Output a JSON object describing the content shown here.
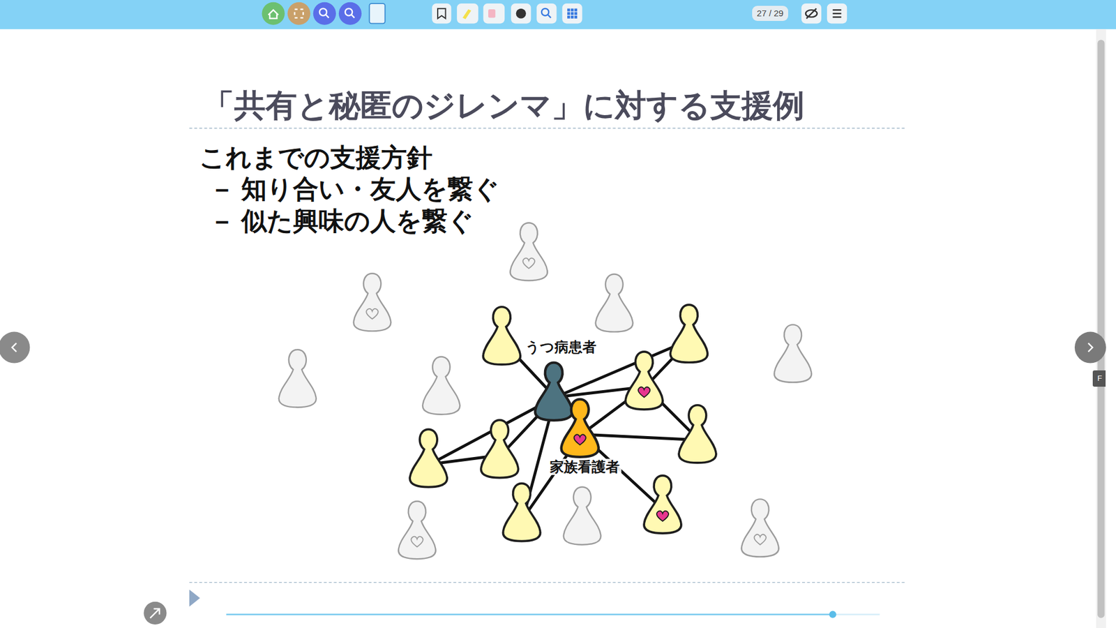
{
  "diagram": {
    "title": "「共有と秘匿のジレンマ」に対する支援例",
    "nodes": [
      {
        "text": [
          "うつ病患者"
        ]
      },
      {
        "text": [
          "家族看護者"
        ]
      }
    ],
    "labels": [
      "これまでの支援方針",
      "－ 知り合い・友人を繋ぐ",
      "－ 似た興味の人を繋ぐ",
      "27 / 29",
      "F"
    ]
  }
}
